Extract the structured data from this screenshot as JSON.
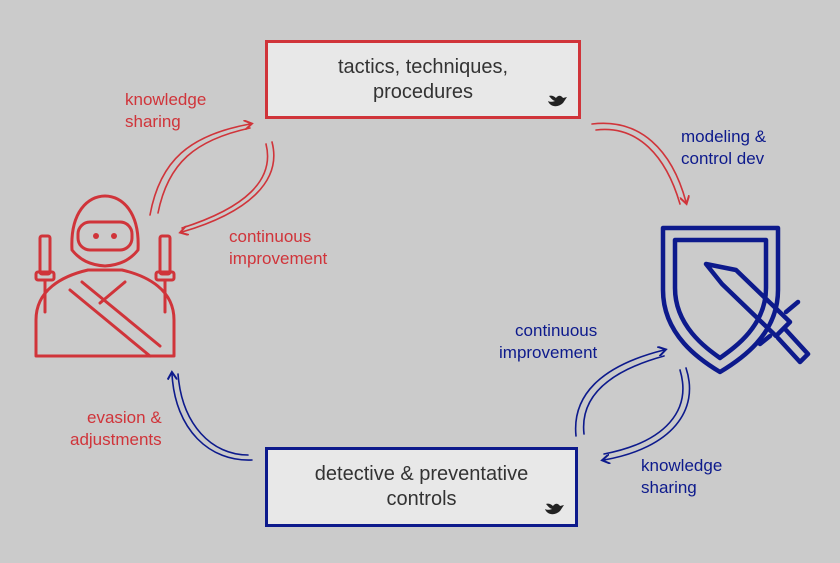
{
  "colors": {
    "red": "#d0343a",
    "blue": "#0d1a8c",
    "background": "#cbcbcb",
    "box_fill": "#e8e8e8"
  },
  "boxes": {
    "top": "tactics, techniques,\nprocedures",
    "bottom": "detective & preventative\ncontrols"
  },
  "labels": {
    "knowledge_sharing_red": "knowledge\nsharing",
    "continuous_improvement_red": "continuous\nimprovement",
    "modeling_control_dev": "modeling &\ncontrol dev",
    "continuous_improvement_blue": "continuous\nimprovement",
    "knowledge_sharing_blue": "knowledge\nsharing",
    "evasion_adjustments": "evasion &\nadjustments"
  },
  "icons": [
    "ninja-icon",
    "shield-sword-icon",
    "bird-logo-icon"
  ]
}
